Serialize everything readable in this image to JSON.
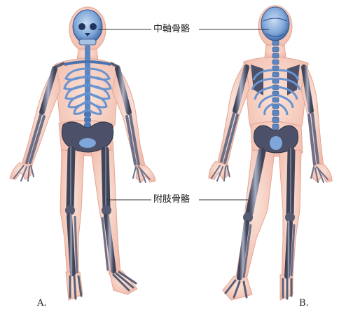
{
  "labels": {
    "axial": "中軸骨骼",
    "appendicular": "附肢骨骼"
  },
  "captions": {
    "front": "A.",
    "back": "B."
  },
  "colors": {
    "skin": "#f6cdbf",
    "skin_edge": "#e6a89a",
    "axial_bone": "#7ea6d8",
    "axial_dark": "#3f6aa8",
    "limb_bone": "#5a5f75",
    "limb_light": "#9aa0b8",
    "line": "#333333"
  }
}
